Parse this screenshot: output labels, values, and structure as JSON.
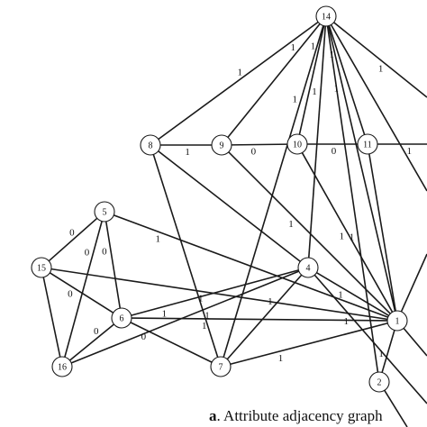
{
  "caption": {
    "letter": "a",
    "text": ". Attribute adjacency graph"
  },
  "nodes": [
    {
      "id": "14"
    },
    {
      "id": "8"
    },
    {
      "id": "9"
    },
    {
      "id": "10"
    },
    {
      "id": "11"
    },
    {
      "id": "5"
    },
    {
      "id": "15"
    },
    {
      "id": "6"
    },
    {
      "id": "4"
    },
    {
      "id": "1"
    },
    {
      "id": "16"
    },
    {
      "id": "7"
    },
    {
      "id": "2"
    }
  ],
  "edges": [
    {
      "from": "14",
      "to": "8",
      "label": "1"
    },
    {
      "from": "14",
      "to": "9",
      "label": "1"
    },
    {
      "from": "14",
      "to": "10",
      "label": "1"
    },
    {
      "from": "14",
      "to": "11",
      "label": "1"
    },
    {
      "from": "14",
      "to": "4",
      "label": "1"
    },
    {
      "from": "14",
      "to": "7",
      "label": "1"
    },
    {
      "from": "14",
      "to": "1",
      "label": "1"
    },
    {
      "from": "14",
      "to": "2",
      "label": "1"
    },
    {
      "from": "14",
      "to": "off-right-a",
      "label": "1"
    },
    {
      "from": "14",
      "to": "off-right-b",
      "label": ""
    },
    {
      "from": "8",
      "to": "9",
      "label": "1"
    },
    {
      "from": "9",
      "to": "10",
      "label": "0"
    },
    {
      "from": "10",
      "to": "11",
      "label": "0"
    },
    {
      "from": "11",
      "to": "off-right-c",
      "label": "1"
    },
    {
      "from": "8",
      "to": "4",
      "label": ""
    },
    {
      "from": "8",
      "to": "7",
      "label": ""
    },
    {
      "from": "9",
      "to": "1",
      "label": "1"
    },
    {
      "from": "10",
      "to": "1",
      "label": "1"
    },
    {
      "from": "11",
      "to": "1",
      "label": ""
    },
    {
      "from": "5",
      "to": "15",
      "label": "0"
    },
    {
      "from": "5",
      "to": "6",
      "label": "0"
    },
    {
      "from": "5",
      "to": "16",
      "label": "0"
    },
    {
      "from": "5",
      "to": "1",
      "label": "1"
    },
    {
      "from": "15",
      "to": "6",
      "label": "0"
    },
    {
      "from": "15",
      "to": "1",
      "label": "1"
    },
    {
      "from": "15",
      "to": "16",
      "label": ""
    },
    {
      "from": "6",
      "to": "16",
      "label": "0"
    },
    {
      "from": "6",
      "to": "7",
      "label": "0"
    },
    {
      "from": "6",
      "to": "4",
      "label": "1"
    },
    {
      "from": "6",
      "to": "1",
      "label": "1"
    },
    {
      "from": "16",
      "to": "4",
      "label": "1"
    },
    {
      "from": "4",
      "to": "7",
      "label": "1"
    },
    {
      "from": "4",
      "to": "1",
      "label": "1"
    },
    {
      "from": "4",
      "to": "off-right-d",
      "label": "1"
    },
    {
      "from": "7",
      "to": "1",
      "label": "1"
    },
    {
      "from": "1",
      "to": "2",
      "label": "1"
    },
    {
      "from": "1",
      "to": "off-right-e",
      "label": ""
    },
    {
      "from": "1",
      "to": "off-right-f",
      "label": ""
    },
    {
      "from": "2",
      "to": "off-right-g",
      "label": ""
    }
  ]
}
